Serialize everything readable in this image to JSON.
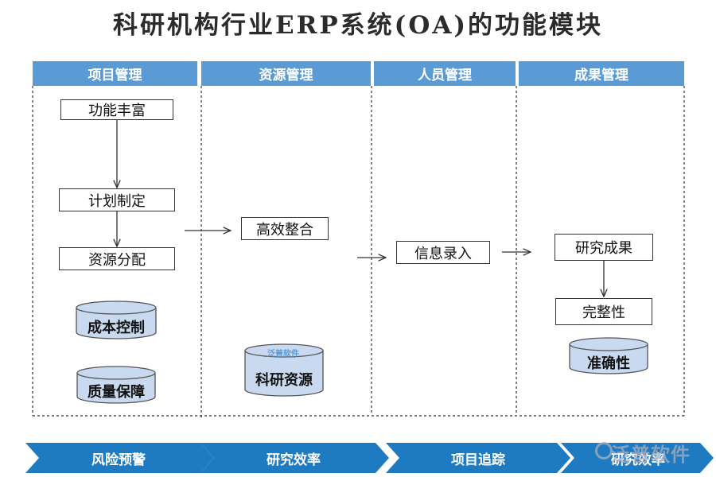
{
  "title": "科研机构行业ERP系统(OA)的功能模块",
  "columns": [
    {
      "header": "项目管理"
    },
    {
      "header": "资源管理"
    },
    {
      "header": "人员管理"
    },
    {
      "header": "成果管理"
    }
  ],
  "project": {
    "steps": [
      "功能丰富",
      "计划制定",
      "资源分配"
    ],
    "databases": [
      "成本控制",
      "质量保障"
    ]
  },
  "resource": {
    "step": "高效整合",
    "database": "科研资源"
  },
  "people": {
    "step": "信息录入"
  },
  "results": {
    "steps": [
      "研究成果",
      "完整性"
    ],
    "database": "准确性"
  },
  "footer": [
    "风险预警",
    "研究效率",
    "项目追踪",
    "研究效率"
  ],
  "watermark": {
    "main": "泛普软件",
    "small": "泛普软件"
  },
  "colors": {
    "header_bg": "#5b9bd5",
    "chevron": "#1f7bc1",
    "database_fill": "#c9daf0"
  }
}
